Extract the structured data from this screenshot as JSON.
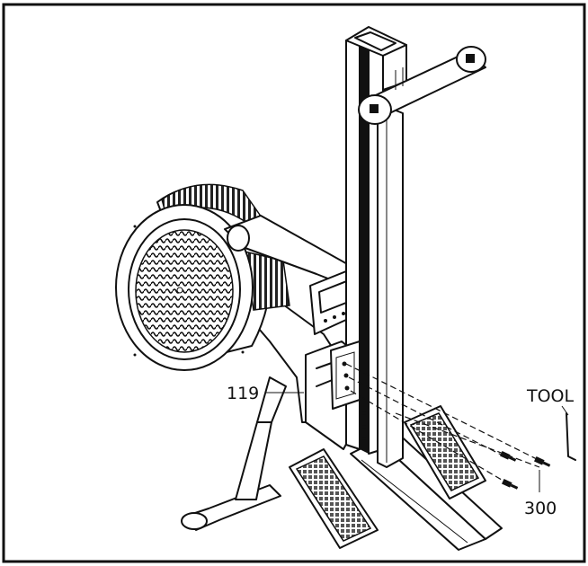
{
  "labels": {
    "part_119": "119",
    "tool": "TOOL",
    "part_300": "300"
  },
  "colors": {
    "line": "#111111",
    "background": "#ffffff",
    "tread": "#555555"
  }
}
